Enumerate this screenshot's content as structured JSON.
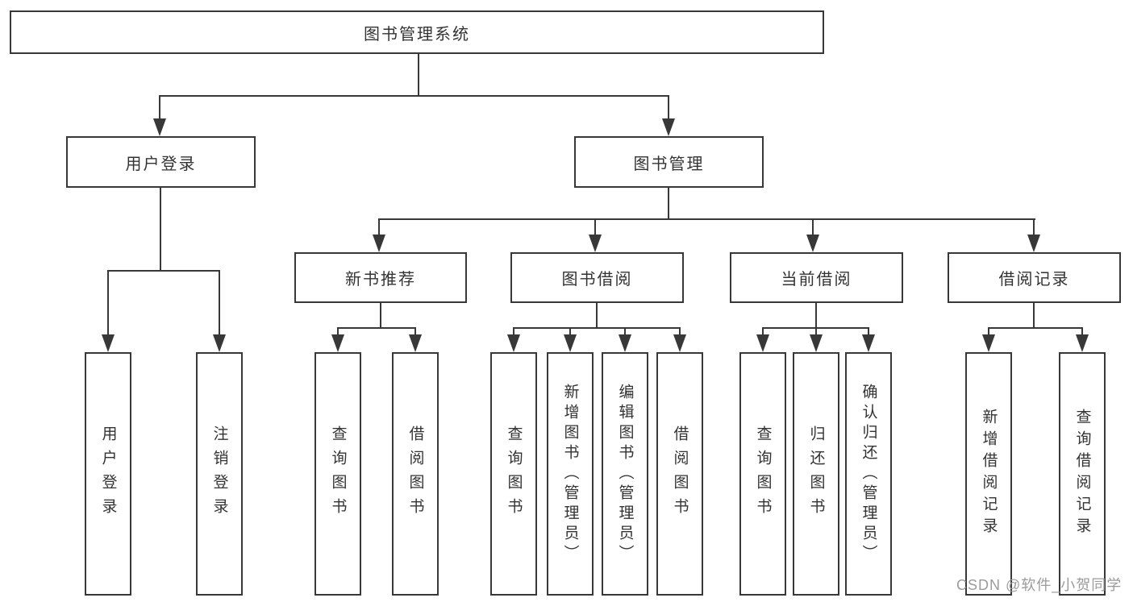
{
  "diagram": {
    "title": "图书管理系统",
    "nodes": {
      "root": "图书管理系统",
      "level2": [
        "用户登录",
        "图书管理"
      ],
      "level3": [
        "新书推荐",
        "图书借阅",
        "当前借阅",
        "借阅记录"
      ],
      "leaves": [
        "用户登录",
        "注销登录",
        "查询图书",
        "借阅图书",
        "查询图书",
        "新增图书（管理员）",
        "编辑图书（管理员）",
        "借阅图书",
        "查询图书",
        "归还图书",
        "确认归还（管理员）",
        "新增借阅记录",
        "查询借阅记录"
      ]
    },
    "hierarchy": {
      "图书管理系统": [
        "用户登录",
        "图书管理"
      ],
      "用户登录": [
        "用户登录",
        "注销登录"
      ],
      "图书管理": [
        "新书推荐",
        "图书借阅",
        "当前借阅",
        "借阅记录"
      ],
      "新书推荐": [
        "查询图书",
        "借阅图书"
      ],
      "图书借阅": [
        "查询图书",
        "新增图书（管理员）",
        "编辑图书（管理员）",
        "借阅图书"
      ],
      "当前借阅": [
        "查询图书",
        "归还图书",
        "确认归还（管理员）"
      ],
      "借阅记录": [
        "新增借阅记录",
        "查询借阅记录"
      ]
    },
    "watermark": "CSDN @软件_小贺同学",
    "colors": {
      "line": "#383838",
      "text": "#333333",
      "watermark": "#9b9b9b",
      "background": "#ffffff"
    }
  }
}
